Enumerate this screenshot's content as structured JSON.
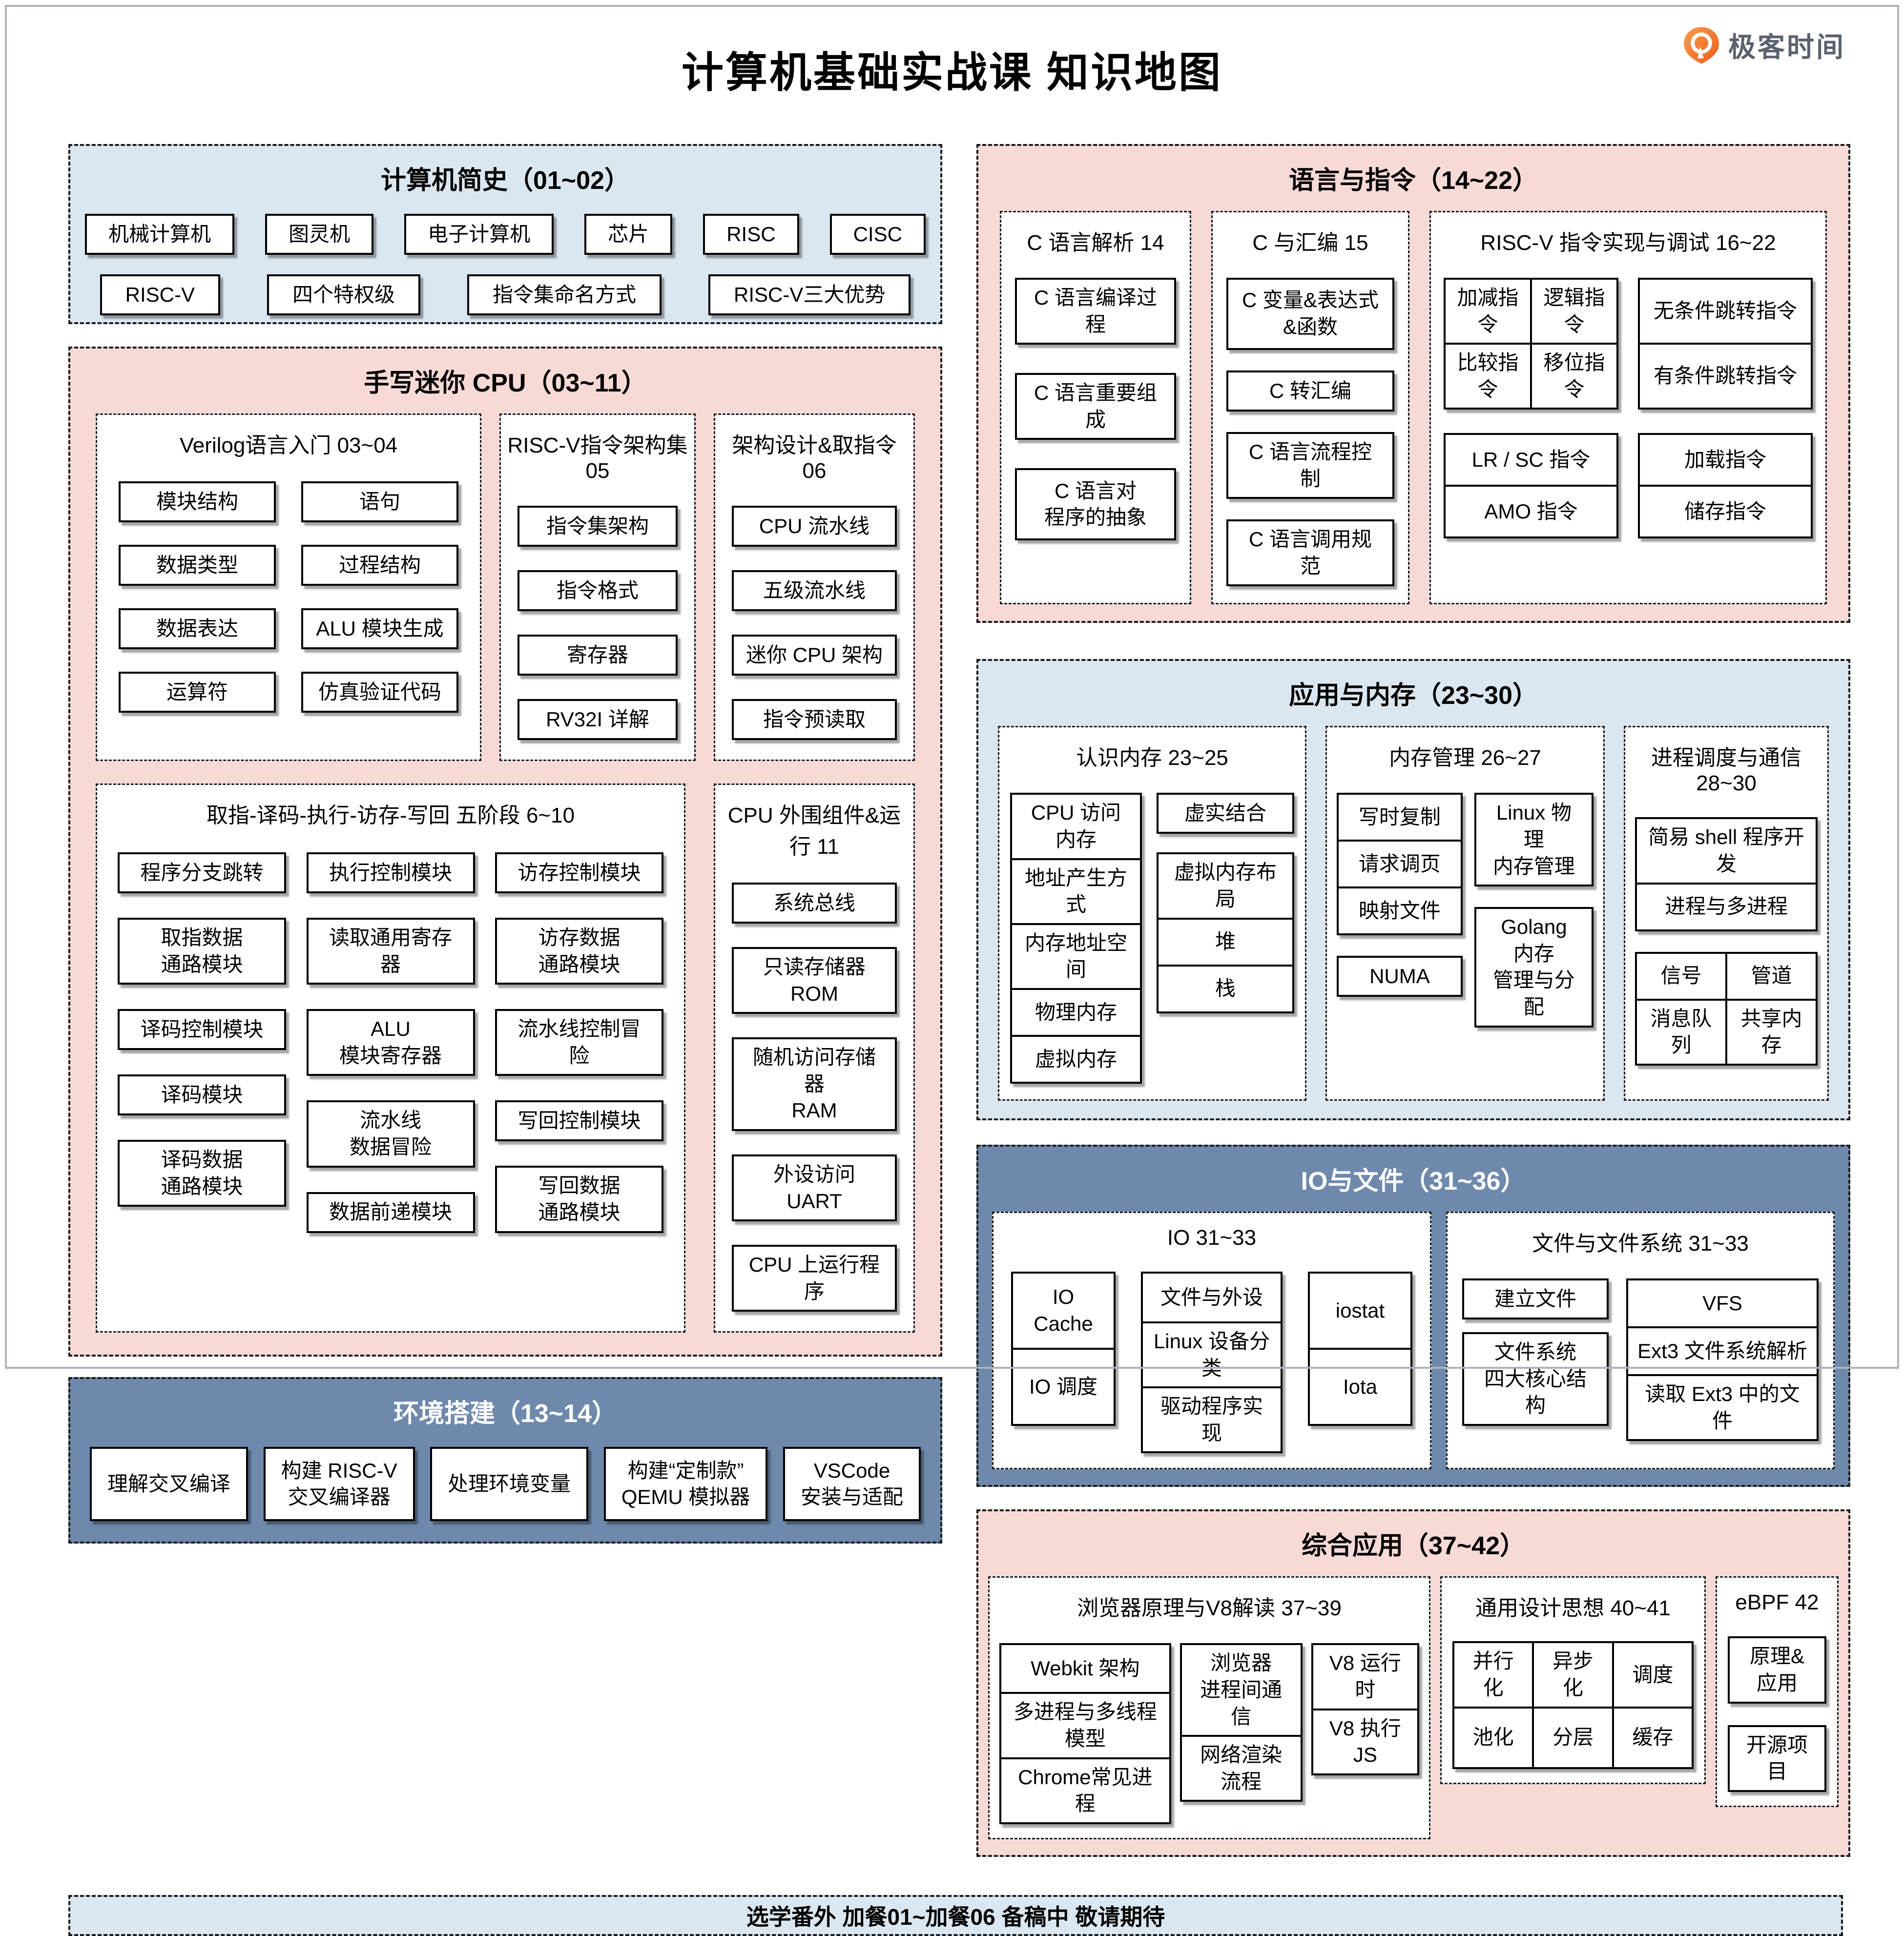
{
  "page": {
    "title": "计算机基础实战课 知识地图",
    "brand": "极客时间",
    "footer": "选学番外 加餐01~加餐06 备稿中 敬请期待"
  },
  "colors": {
    "light_blue": "#dbe7f0",
    "pink": "#f7dad6",
    "steel_blue": "#6e89ac",
    "logo_orange": "#f26b1d",
    "brand_gray": "#5b626e"
  },
  "sections": {
    "history": {
      "title": "计算机简史（01~02）",
      "row1": [
        "机械计算机",
        "图灵机",
        "电子计算机",
        "芯片",
        "RISC",
        "CISC"
      ],
      "row2": [
        "RISC-V",
        "四个特权级",
        "指令集命名方式",
        "RISC-V三大优势"
      ]
    },
    "cpu": {
      "title": "手写迷你 CPU（03~11）",
      "verilog": {
        "title": "Verilog语言入门 03~04",
        "items": [
          "模块结构",
          "语句",
          "数据类型",
          "过程结构",
          "数据表达",
          "ALU 模块生成",
          "运算符",
          "仿真验证代码"
        ]
      },
      "isa": {
        "title": "RISC-V指令架构集 05",
        "items": [
          "指令集架构",
          "指令格式",
          "寄存器",
          "RV32I 详解"
        ]
      },
      "arch": {
        "title": "架构设计&取指令 06",
        "items": [
          "CPU 流水线",
          "五级流水线",
          "迷你 CPU 架构",
          "指令预读取"
        ]
      },
      "stages": {
        "title": "取指-译码-执行-访存-写回 五阶段 6~10",
        "col1": [
          "程序分支跳转",
          "取指数据\n通路模块",
          "译码控制模块",
          "译码模块",
          "译码数据\n通路模块"
        ],
        "col2": [
          "执行控制模块",
          "读取通用寄存器",
          "ALU\n模块寄存器",
          "流水线\n数据冒险",
          "数据前递模块"
        ],
        "col3": [
          "访存控制模块",
          "访存数据\n通路模块",
          "流水线控制冒险",
          "写回控制模块",
          "写回数据\n通路模块"
        ]
      },
      "peripheral": {
        "title": "CPU 外围组件&运行 11",
        "items": [
          "系统总线",
          "只读存储器 ROM",
          "随机访问存储器\nRAM",
          "外设访问 UART",
          "CPU 上运行程序"
        ]
      }
    },
    "env": {
      "title": "环境搭建（13~14）",
      "items": [
        "理解交叉编译",
        "构建 RISC-V\n交叉编译器",
        "处理环境变量",
        "构建“定制款”\nQEMU 模拟器",
        "VSCode\n安装与适配"
      ]
    },
    "lang": {
      "title": "语言与指令（14~22）",
      "c14": {
        "title": "C 语言解析 14",
        "items": [
          "C 语言编译过程",
          "C 语言重要组成",
          "C 语言对\n程序的抽象"
        ]
      },
      "c15": {
        "title": "C 与汇编 15",
        "items": [
          "C 变量&表达式\n&函数",
          "C 转汇编",
          "C 语言流程控制",
          "C 语言调用规范"
        ]
      },
      "riscv": {
        "title": "RISC-V 指令实现与调试 16~22",
        "alu": [
          "加减指令",
          "逻辑指令",
          "比较指令",
          "移位指令"
        ],
        "jumps": [
          "无条件跳转指令",
          "有条件跳转指令"
        ],
        "atomics": [
          "LR / SC 指令",
          "AMO 指令"
        ],
        "loadstore": [
          "加载指令",
          "储存指令"
        ]
      }
    },
    "memory": {
      "title": "应用与内存（23~30）",
      "know": {
        "title": "认识内存 23~25",
        "stack": [
          "CPU 访问内存",
          "地址产生方式",
          "内存地址空间",
          "物理内存",
          "虚拟内存"
        ],
        "single": "虚实结合",
        "layout": [
          "虚拟内存布局",
          "堆",
          "栈"
        ]
      },
      "manage": {
        "title": "内存管理 26~27",
        "stack": [
          "写时复制",
          "请求调页",
          "映射文件"
        ],
        "numa": "NUMA",
        "right": [
          "Linux 物理\n内存管理",
          "Golang 内存\n管理与分配"
        ]
      },
      "process": {
        "title": "进程调度与通信 28~30",
        "stack": [
          "简易 shell 程序开发",
          "进程与多进程"
        ],
        "grid": [
          "信号",
          "管道",
          "消息队列",
          "共享内存"
        ]
      }
    },
    "io": {
      "title": "IO与文件（31~36）",
      "io": {
        "title": "IO 31~33",
        "col1": [
          "IO Cache",
          "IO 调度"
        ],
        "col2": [
          "文件与外设",
          "Linux 设备分类",
          "驱动程序实现"
        ],
        "col3": [
          "iostat",
          "Iota"
        ]
      },
      "fs": {
        "title": "文件与文件系统 31~33",
        "left": [
          "建立文件",
          "文件系统\n四大核心结构"
        ],
        "right": [
          "VFS",
          "Ext3 文件系统解析",
          "读取 Ext3 中的文件"
        ]
      }
    },
    "apps": {
      "title": "综合应用（37~42）",
      "browser": {
        "title": "浏览器原理与V8解读 37~39",
        "col1": [
          "Webkit 架构",
          "多进程与多线程模型",
          "Chrome常见进程"
        ],
        "col2": [
          "浏览器\n进程间通信",
          "网络渲染流程"
        ],
        "col3": [
          "V8 运行时",
          "V8 执行 JS"
        ]
      },
      "design": {
        "title": "通用设计思想 40~41",
        "grid": [
          "并行化",
          "异步化",
          "调度",
          "池化",
          "分层",
          "缓存"
        ]
      },
      "ebpf": {
        "title": "eBPF 42",
        "items": [
          "原理&应用",
          "开源项目"
        ]
      }
    }
  }
}
